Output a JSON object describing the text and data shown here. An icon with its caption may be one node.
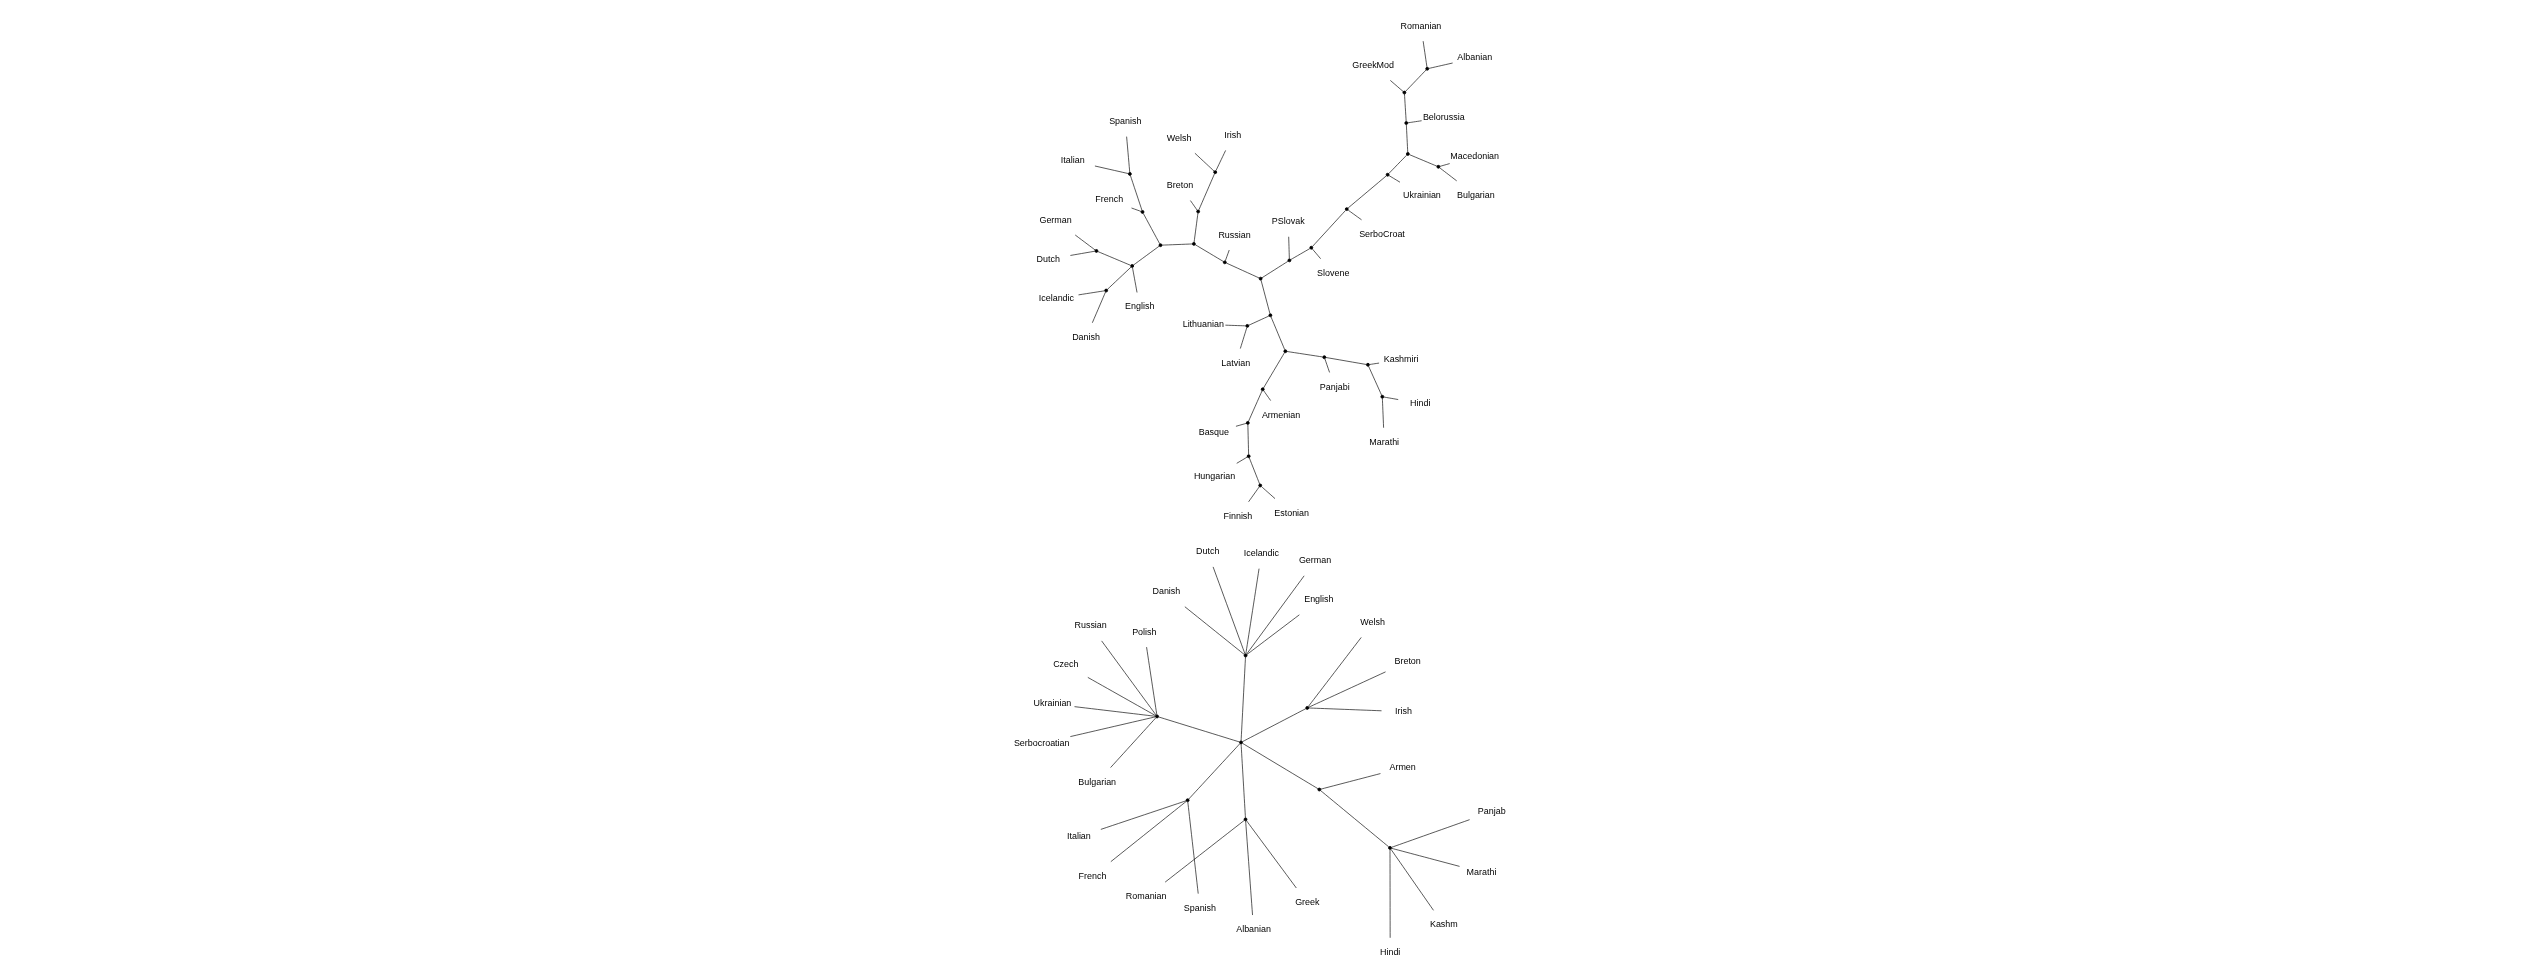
{
  "diagram": {
    "nodes": [
      {
        "text": [],
        "shape": "point"
      },
      {
        "text": [
          "Armenian"
        ]
      },
      {
        "text": [],
        "shape": "point"
      },
      {
        "text": [
          "Basque"
        ]
      },
      {
        "text": [],
        "shape": "point"
      },
      {
        "text": [
          "Hungarian"
        ]
      },
      {
        "text": [],
        "shape": "point"
      },
      {
        "text": [
          "Estonian"
        ]
      },
      {
        "text": [
          "Finnish"
        ]
      },
      {
        "text": [],
        "shape": "point"
      },
      {
        "text": [],
        "shape": "point"
      },
      {
        "text": [
          "Panjabi"
        ]
      },
      {
        "text": [],
        "shape": "point"
      },
      {
        "text": [
          "Kashmiri"
        ]
      },
      {
        "text": [],
        "shape": "point"
      },
      {
        "text": [
          "Marathi"
        ]
      },
      {
        "text": [
          "Hindi"
        ]
      },
      {
        "text": [],
        "shape": "point"
      },
      {
        "text": [],
        "shape": "point"
      },
      {
        "text": [
          "Lithuanian"
        ]
      },
      {
        "text": [
          "Latvian"
        ]
      },
      {
        "text": [],
        "shape": "point"
      },
      {
        "text": [],
        "shape": "point"
      },
      {
        "text": [
          "Russian"
        ]
      },
      {
        "text": [],
        "shape": "point"
      },
      {
        "text": [],
        "shape": "point"
      },
      {
        "text": [
          "Breton"
        ]
      },
      {
        "text": [],
        "shape": "point"
      },
      {
        "text": [
          "Welsh"
        ]
      },
      {
        "text": [
          "Irish"
        ]
      },
      {
        "text": [],
        "shape": "point"
      },
      {
        "text": [],
        "shape": "point"
      },
      {
        "text": [],
        "shape": "point"
      },
      {
        "text": [
          "Danish"
        ]
      },
      {
        "text": [
          "Icelandic"
        ]
      },
      {
        "text": [],
        "shape": "point"
      },
      {
        "text": [
          "Dutch"
        ]
      },
      {
        "text": [
          "German"
        ]
      },
      {
        "text": [
          "English"
        ]
      },
      {
        "text": [],
        "shape": "point"
      },
      {
        "text": [
          "French"
        ]
      },
      {
        "text": [],
        "shape": "point"
      },
      {
        "text": [
          "Italian"
        ]
      },
      {
        "text": [
          "Spanish"
        ]
      },
      {
        "text": [],
        "shape": "point"
      },
      {
        "text": [
          "PSlovak"
        ]
      },
      {
        "text": [],
        "shape": "point"
      },
      {
        "text": [
          "Slovene"
        ]
      },
      {
        "text": [],
        "shape": "point"
      },
      {
        "text": [
          "SerboCroat"
        ]
      },
      {
        "text": [],
        "shape": "point"
      },
      {
        "text": [
          "Ukrainian"
        ]
      },
      {
        "text": [],
        "shape": "point"
      },
      {
        "text": [],
        "shape": "point"
      },
      {
        "text": [
          "Macedonian"
        ]
      },
      {
        "text": [
          "Bulgarian"
        ]
      },
      {
        "text": [],
        "shape": "point"
      },
      {
        "text": [
          "Belorussia"
        ]
      },
      {
        "text": [],
        "shape": "point"
      },
      {
        "text": [
          "GreekMod"
        ]
      },
      {
        "text": [],
        "shape": "point"
      },
      {
        "text": [
          "Albanian"
        ]
      },
      {
        "text": [
          "Romanian"
        ]
      },
      {
        "text": [],
        "shape": "point"
      },
      {
        "text": [],
        "shape": "point"
      },
      {
        "text": [
          "Irish"
        ]
      },
      {
        "text": [
          "Welsh"
        ]
      },
      {
        "text": [
          "Breton"
        ]
      },
      {
        "text": [],
        "shape": "point"
      },
      {
        "text": [
          "Italian"
        ]
      },
      {
        "text": [
          "Spanish"
        ]
      },
      {
        "text": [
          "French"
        ]
      },
      {
        "text": [],
        "shape": "point"
      },
      {
        "text": [
          "Albanian"
        ]
      },
      {
        "text": [
          "Romanian"
        ]
      },
      {
        "text": [
          "Greek"
        ]
      },
      {
        "text": [],
        "shape": "point"
      },
      {
        "text": [
          "Icelandic"
        ]
      },
      {
        "text": [
          "German"
        ]
      },
      {
        "text": [
          "English"
        ]
      },
      {
        "text": [
          "Dutch"
        ]
      },
      {
        "text": [
          "Danish"
        ]
      },
      {
        "text": [],
        "shape": "point"
      },
      {
        "text": [
          "Ukrainian"
        ]
      },
      {
        "text": [
          "Serbocroatian"
        ]
      },
      {
        "text": [
          "Russian"
        ]
      },
      {
        "text": [
          "Polish"
        ]
      },
      {
        "text": [
          "Czech"
        ]
      },
      {
        "text": [
          "Bulgarian"
        ]
      },
      {
        "text": [],
        "shape": "point"
      },
      {
        "text": [
          "Armen"
        ]
      },
      {
        "text": [],
        "shape": "point"
      },
      {
        "text": [
          "Kashm"
        ]
      },
      {
        "text": [
          "Panjab"
        ]
      },
      {
        "text": [
          "Marathi"
        ]
      },
      {
        "text": [
          "Hindi"
        ]
      }
    ],
    "edges": [
      {
        "from": 0,
        "to": 1,
        "arrow": "none"
      },
      {
        "from": 0,
        "to": 2,
        "arrow": "none"
      },
      {
        "from": 2,
        "to": 3,
        "arrow": "none"
      },
      {
        "from": 2,
        "to": 4,
        "arrow": "none"
      },
      {
        "from": 4,
        "to": 5,
        "arrow": "none"
      },
      {
        "from": 4,
        "to": 6,
        "arrow": "none"
      },
      {
        "from": 6,
        "to": 7,
        "arrow": "none"
      },
      {
        "from": 6,
        "to": 8,
        "arrow": "none"
      },
      {
        "from": 0,
        "to": 9,
        "arrow": "none"
      },
      {
        "from": 9,
        "to": 10,
        "arrow": "none"
      },
      {
        "from": 10,
        "to": 11,
        "arrow": "none"
      },
      {
        "from": 10,
        "to": 12,
        "arrow": "none"
      },
      {
        "from": 12,
        "to": 13,
        "arrow": "none"
      },
      {
        "from": 12,
        "to": 14,
        "arrow": "none"
      },
      {
        "from": 14,
        "to": 15,
        "arrow": "none"
      },
      {
        "from": 14,
        "to": 16,
        "arrow": "none"
      },
      {
        "from": 9,
        "to": 17,
        "arrow": "none"
      },
      {
        "from": 17,
        "to": 18,
        "arrow": "none"
      },
      {
        "from": 18,
        "to": 19,
        "arrow": "none"
      },
      {
        "from": 18,
        "to": 20,
        "arrow": "none"
      },
      {
        "from": 17,
        "to": 21,
        "arrow": "none"
      },
      {
        "from": 21,
        "to": 22,
        "arrow": "none"
      },
      {
        "from": 22,
        "to": 23,
        "arrow": "none"
      },
      {
        "from": 22,
        "to": 24,
        "arrow": "none"
      },
      {
        "from": 24,
        "to": 25,
        "arrow": "none"
      },
      {
        "from": 25,
        "to": 26,
        "arrow": "none"
      },
      {
        "from": 25,
        "to": 27,
        "arrow": "none"
      },
      {
        "from": 27,
        "to": 28,
        "arrow": "none"
      },
      {
        "from": 27,
        "to": 29,
        "arrow": "none"
      },
      {
        "from": 24,
        "to": 30,
        "arrow": "none"
      },
      {
        "from": 30,
        "to": 31,
        "arrow": "none"
      },
      {
        "from": 31,
        "to": 32,
        "arrow": "none"
      },
      {
        "from": 32,
        "to": 33,
        "arrow": "none"
      },
      {
        "from": 32,
        "to": 34,
        "arrow": "none"
      },
      {
        "from": 31,
        "to": 35,
        "arrow": "none"
      },
      {
        "from": 35,
        "to": 36,
        "arrow": "none"
      },
      {
        "from": 35,
        "to": 37,
        "arrow": "none"
      },
      {
        "from": 31,
        "to": 38,
        "arrow": "none"
      },
      {
        "from": 30,
        "to": 39,
        "arrow": "none"
      },
      {
        "from": 39,
        "to": 40,
        "arrow": "none"
      },
      {
        "from": 39,
        "to": 41,
        "arrow": "none"
      },
      {
        "from": 41,
        "to": 42,
        "arrow": "none"
      },
      {
        "from": 41,
        "to": 43,
        "arrow": "none"
      },
      {
        "from": 21,
        "to": 44,
        "arrow": "none"
      },
      {
        "from": 44,
        "to": 45,
        "arrow": "none"
      },
      {
        "from": 44,
        "to": 46,
        "arrow": "none"
      },
      {
        "from": 46,
        "to": 47,
        "arrow": "none"
      },
      {
        "from": 46,
        "to": 48,
        "arrow": "none"
      },
      {
        "from": 48,
        "to": 49,
        "arrow": "none"
      },
      {
        "from": 48,
        "to": 50,
        "arrow": "none"
      },
      {
        "from": 50,
        "to": 51,
        "arrow": "none"
      },
      {
        "from": 50,
        "to": 52,
        "arrow": "none"
      },
      {
        "from": 52,
        "to": 53,
        "arrow": "none"
      },
      {
        "from": 53,
        "to": 54,
        "arrow": "none"
      },
      {
        "from": 53,
        "to": 55,
        "arrow": "none"
      },
      {
        "from": 52,
        "to": 56,
        "arrow": "none"
      },
      {
        "from": 56,
        "to": 57,
        "arrow": "none"
      },
      {
        "from": 56,
        "to": 58,
        "arrow": "none"
      },
      {
        "from": 58,
        "to": 59,
        "arrow": "none"
      },
      {
        "from": 58,
        "to": 60,
        "arrow": "none"
      },
      {
        "from": 60,
        "to": 61,
        "arrow": "none"
      },
      {
        "from": 60,
        "to": 62,
        "arrow": "none"
      },
      {
        "from": 63,
        "to": 64,
        "arrow": "none"
      },
      {
        "from": 64,
        "to": 65,
        "arrow": "none"
      },
      {
        "from": 64,
        "to": 66,
        "arrow": "none"
      },
      {
        "from": 64,
        "to": 67,
        "arrow": "none"
      },
      {
        "from": 63,
        "to": 68,
        "arrow": "none"
      },
      {
        "from": 68,
        "to": 69,
        "arrow": "none"
      },
      {
        "from": 68,
        "to": 70,
        "arrow": "none"
      },
      {
        "from": 68,
        "to": 71,
        "arrow": "none"
      },
      {
        "from": 63,
        "to": 72,
        "arrow": "none"
      },
      {
        "from": 72,
        "to": 73,
        "arrow": "none"
      },
      {
        "from": 72,
        "to": 74,
        "arrow": "none"
      },
      {
        "from": 72,
        "to": 75,
        "arrow": "none"
      },
      {
        "from": 63,
        "to": 76,
        "arrow": "none"
      },
      {
        "from": 76,
        "to": 77,
        "arrow": "none"
      },
      {
        "from": 76,
        "to": 78,
        "arrow": "none"
      },
      {
        "from": 76,
        "to": 79,
        "arrow": "none"
      },
      {
        "from": 76,
        "to": 80,
        "arrow": "none"
      },
      {
        "from": 76,
        "to": 81,
        "arrow": "none"
      },
      {
        "from": 63,
        "to": 82,
        "arrow": "none"
      },
      {
        "from": 82,
        "to": 83,
        "arrow": "none"
      },
      {
        "from": 82,
        "to": 84,
        "arrow": "none"
      },
      {
        "from": 82,
        "to": 85,
        "arrow": "none"
      },
      {
        "from": 82,
        "to": 86,
        "arrow": "none"
      },
      {
        "from": 82,
        "to": 87,
        "arrow": "none"
      },
      {
        "from": 82,
        "to": 88,
        "arrow": "none"
      },
      {
        "from": 63,
        "to": 89,
        "arrow": "none"
      },
      {
        "from": 89,
        "to": 90,
        "arrow": "none"
      },
      {
        "from": 89,
        "to": 91,
        "arrow": "none"
      },
      {
        "from": 91,
        "to": 92,
        "arrow": "none"
      },
      {
        "from": 91,
        "to": 93,
        "arrow": "none"
      },
      {
        "from": 91,
        "to": 94,
        "arrow": "none"
      },
      {
        "from": 91,
        "to": 95,
        "arrow": "none"
      }
    ]
  }
}
